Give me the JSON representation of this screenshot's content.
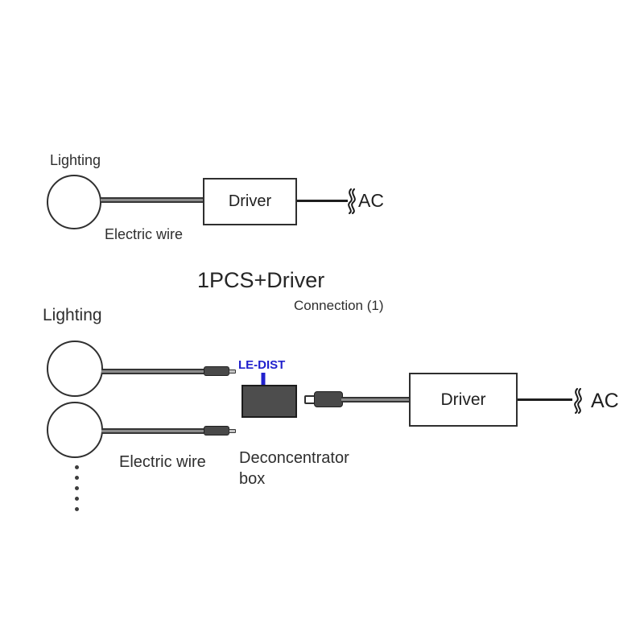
{
  "colors": {
    "accent_blue": "#2121cd",
    "deconcentrator_fill": "#4d4d4d",
    "line_dark": "#2f2f2f"
  },
  "caption": {
    "title": "1PCS+Driver",
    "subtitle": "Connection (1)"
  },
  "top_diagram": {
    "lighting_label": "Lighting",
    "electric_wire_label": "Electric wire",
    "driver_label": "Driver",
    "ac_label": "AC"
  },
  "bottom_diagram": {
    "lighting_label": "Lighting",
    "electric_wire_label": "Electric wire",
    "le_dist_label": "LE-DIST",
    "deconcentrator_line1": "Deconcentrator",
    "deconcentrator_line2": "box",
    "driver_label": "Driver",
    "ac_label": "AC"
  }
}
